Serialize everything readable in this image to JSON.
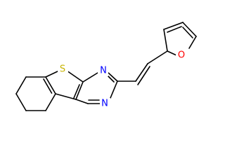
{
  "molecule": {
    "atoms": {
      "s1": {
        "label": "S",
        "color": "#c8b400"
      },
      "n1": {
        "label": "N",
        "color": "#0000ff"
      },
      "n2": {
        "label": "N",
        "color": "#0000ff"
      },
      "o1": {
        "label": "O",
        "color": "#ff0000"
      }
    }
  }
}
